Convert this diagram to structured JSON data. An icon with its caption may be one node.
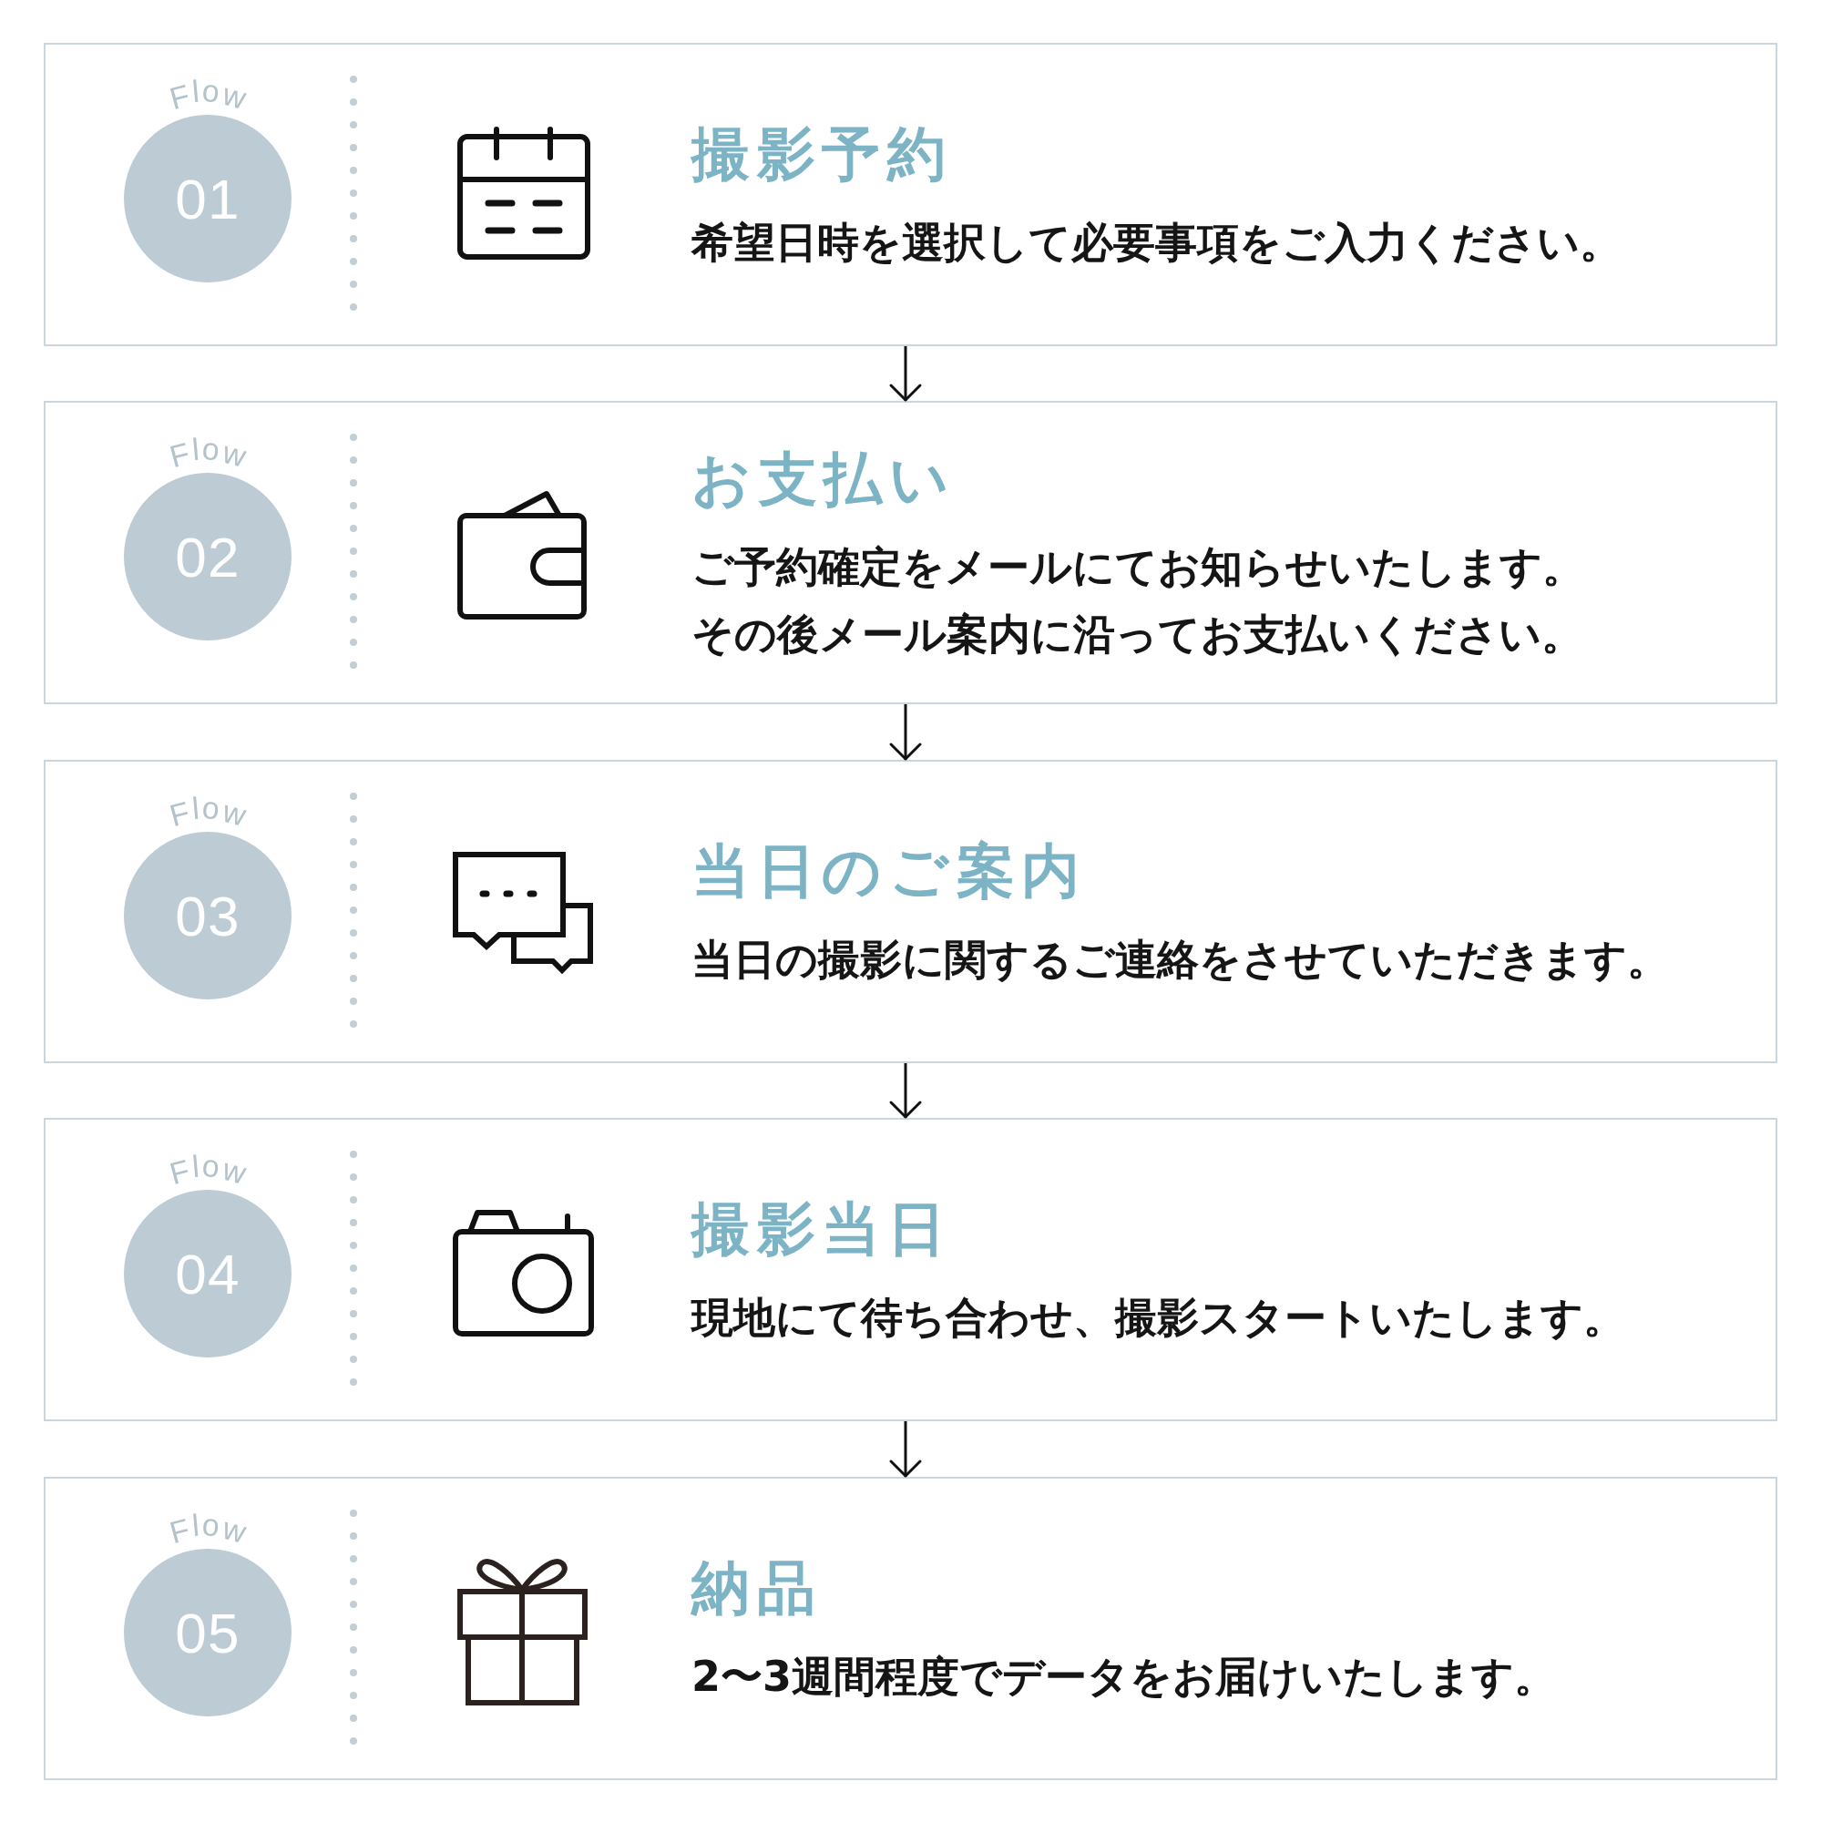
{
  "diagram": {
    "nodes": [
      {
        "text": [
          "撮影予約",
          "希望日時を選択して必要事項をご入力ください。"
        ]
      },
      {
        "text": [
          "Flow",
          "01"
        ],
        "in": 0
      },
      {
        "text": [
          "お支払い",
          "ご予約確定をメールにてお知らせいたします。その後メール案内に沿ってお支払いください。"
        ]
      },
      {
        "text": [
          "Flow",
          "02"
        ],
        "in": 2
      },
      {
        "text": [
          "当日のご案内",
          "当日の撮影に関するご連絡をさせていただきます。"
        ]
      },
      {
        "text": [
          "Flow",
          "03"
        ],
        "in": 4
      },
      {
        "text": [
          "撮影当日",
          "現地にて待ち合わせ、撮影スタートいたします。"
        ]
      },
      {
        "text": [
          "Flow",
          "04"
        ],
        "in": 6
      },
      {
        "text": [
          "納品",
          "2〜3週間程度でデータをお届けいたします。"
        ]
      },
      {
        "text": [
          "Flow",
          "05"
        ],
        "in": 8
      }
    ],
    "edges": [
      {
        "from": 0,
        "to": 2,
        "arrow": "to"
      },
      {
        "from": 2,
        "to": 4,
        "arrow": "to"
      },
      {
        "from": 4,
        "to": 6,
        "arrow": "to"
      },
      {
        "from": 6,
        "to": 8,
        "arrow": "to"
      }
    ]
  }
}
